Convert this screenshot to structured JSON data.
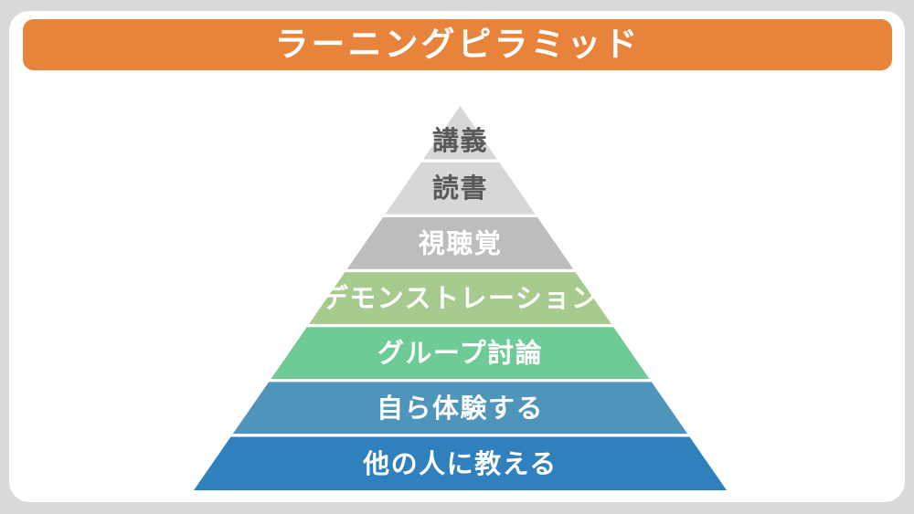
{
  "page": {
    "background_color": "#d9d9d9",
    "card_color": "#ffffff"
  },
  "header": {
    "title": "ラーニングピラミッド",
    "background_color": "#e8833b",
    "text_color": "#ffffff"
  },
  "pyramid": {
    "levels": [
      {
        "label": "講義",
        "fill": "#d7d7d7",
        "text_color": "#595959"
      },
      {
        "label": "読書",
        "fill": "#d7d7d7",
        "text_color": "#595959"
      },
      {
        "label": "視聴覚",
        "fill": "#bdbdbd",
        "text_color": "#ffffff"
      },
      {
        "label": "デモンストレーション",
        "fill": "#a7cb8f",
        "text_color": "#ffffff"
      },
      {
        "label": "グループ討論",
        "fill": "#6fcb95",
        "text_color": "#ffffff"
      },
      {
        "label": "自ら体験する",
        "fill": "#4f94ba",
        "text_color": "#ffffff"
      },
      {
        "label": "他の人に教える",
        "fill": "#2f80bd",
        "text_color": "#ffffff"
      }
    ],
    "gap_color": "#ffffff"
  }
}
